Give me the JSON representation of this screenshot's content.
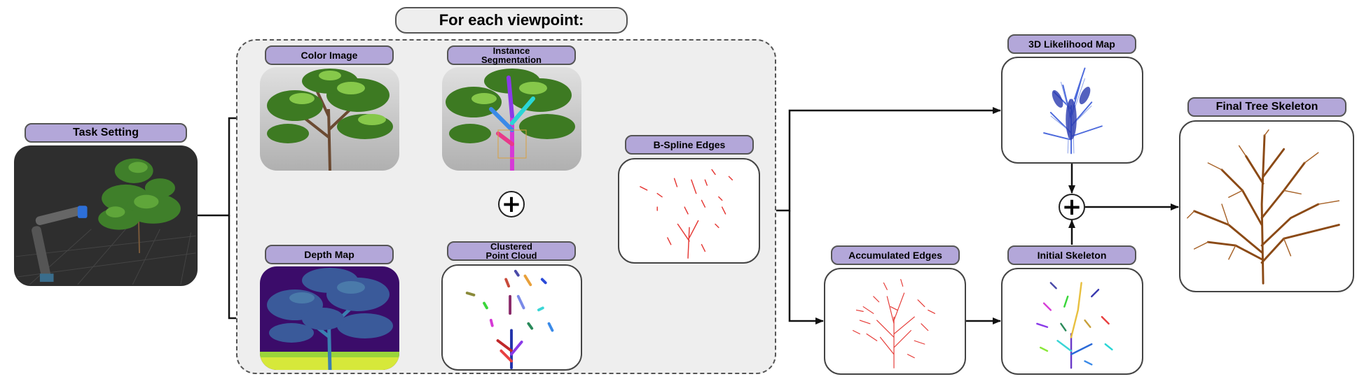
{
  "header": {
    "title": "For each viewpoint:"
  },
  "nodes": {
    "task_setting": "Task Setting",
    "color_image": "Color Image",
    "instance_segmentation": "Instance\nSegmentation",
    "depth_map": "Depth Map",
    "clustered_point_cloud": "Clustered\nPoint Cloud",
    "bspline_edges": "B-Spline Edges",
    "likelihood_map": "3D Likelihood Map",
    "accumulated_edges": "Accumulated Edges",
    "initial_skeleton": "Initial Skeleton",
    "final_tree_skeleton": "Final Tree Skeleton"
  },
  "operators": {
    "plus": "+"
  },
  "colors": {
    "label_fill": "#b3a7d9",
    "region_fill": "#eeeeee",
    "arrow": "#111111",
    "edge_red": "#e53935",
    "branch_brown": "#8b4a16"
  }
}
